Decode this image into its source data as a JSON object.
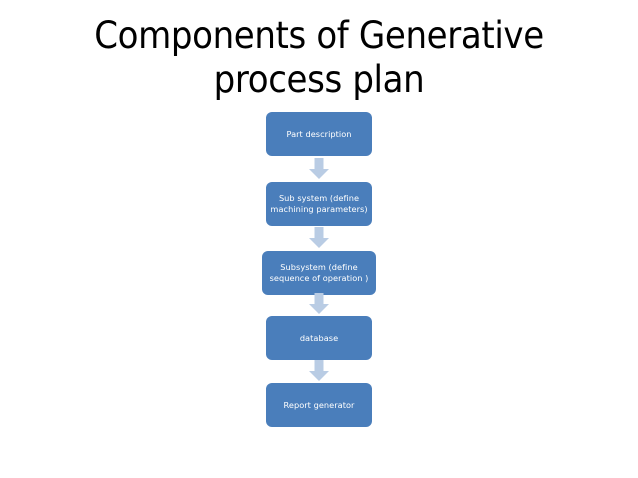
{
  "slide": {
    "title": "Components of Generative process plan",
    "background_color": "#ffffff",
    "title_color": "#000000"
  },
  "theme": {
    "node_fill": "#4a7ebb",
    "node_text_color": "#ffffff",
    "arrow_fill": "#b9cce4"
  },
  "diagram": {
    "type": "flowchart",
    "orientation": "vertical",
    "nodes": [
      {
        "id": "part-description",
        "label": "Part description"
      },
      {
        "id": "sub-system-machining-parameters",
        "label": "Sub system (define machining parameters)"
      },
      {
        "id": "subsystem-sequence-of-operation",
        "label": "Subsystem  (define sequence of operation )"
      },
      {
        "id": "database",
        "label": "database"
      },
      {
        "id": "report-generator",
        "label": "Report generator"
      }
    ],
    "connectors": [
      {
        "id": "arrow-1",
        "icon": "arrow-down-icon",
        "from": "part-description",
        "to": "sub-system-machining-parameters"
      },
      {
        "id": "arrow-2",
        "icon": "arrow-down-icon",
        "from": "sub-system-machining-parameters",
        "to": "subsystem-sequence-of-operation"
      },
      {
        "id": "arrow-3",
        "icon": "arrow-down-icon",
        "from": "subsystem-sequence-of-operation",
        "to": "database"
      },
      {
        "id": "arrow-4",
        "icon": "arrow-down-icon",
        "from": "database",
        "to": "report-generator"
      }
    ]
  }
}
